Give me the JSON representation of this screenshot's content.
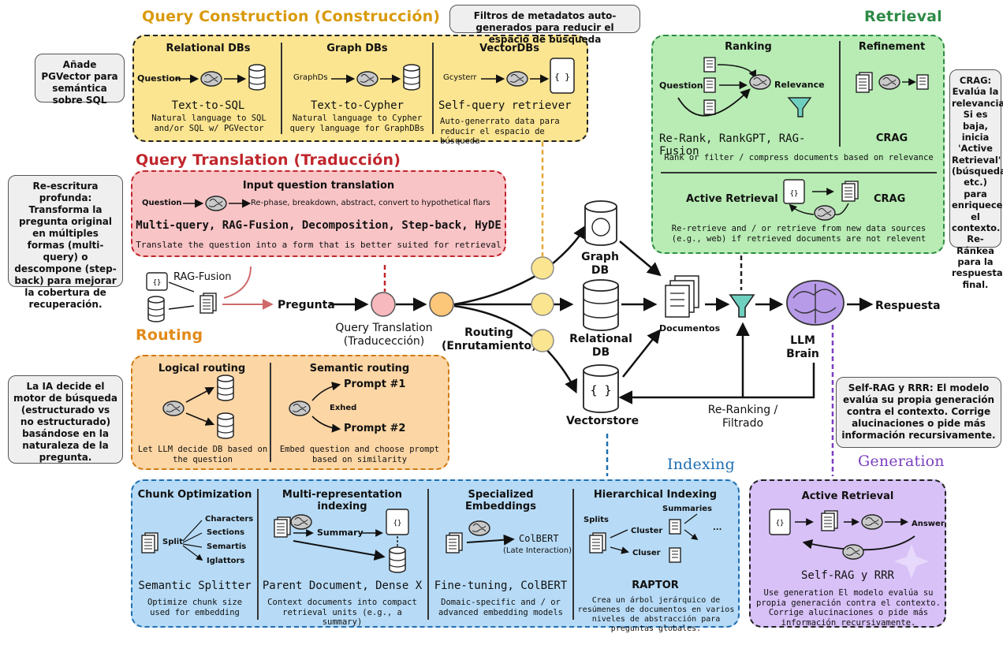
{
  "sections": {
    "query_construction": "Query Construction (Construcción)",
    "query_translation": "Query Translation (Traducción)",
    "routing": "Routing",
    "retrieval": "Retrieval",
    "indexing": "Indexing",
    "generation": "Generation"
  },
  "colors": {
    "yellow": "#fbe591",
    "red": "#f9c4c6",
    "orange": "#fcd6a5",
    "green": "#b8ecb4",
    "blue": "#b7dbf6",
    "purple": "#d8c1f7",
    "query_construction_title": "#d99a0a",
    "query_translation_title": "#c0262c",
    "routing_title": "#e28a17",
    "retrieval_title": "#2e8b46",
    "indexing_title": "#1f6fb2",
    "generation_title": "#7b3fbf"
  },
  "notes": {
    "pgvector": "Añade PGVector para semántica sobre SQL",
    "filters": "Filtros de metadatos auto-generados para reducir el espacio de búsqueda",
    "rewrite": "Re-escritura profunda: Transforma la pregunta original en múltiples formas (multi-query) o descompone (step-back) para mejorar la cobertura de recuperación.",
    "routing": "La IA decide el motor de búsqueda (estructurado vs no estructurado) basándose en la naturaleza de la pregunta.",
    "crag": "CRAG: Evalúa la relevancia. Si es baja, inicia 'Active Retrieval' (búsqueda etc.) para enriquecer el contexto. Re-Ránkea para la respuesta final.",
    "selfrag": "Self-RAG y RRR: El modelo evalúa su propia generación contra el contexto. Corrige alucinaciones o pide más información recursivamente."
  },
  "query_construction": {
    "relational": {
      "title": "Relational DBs",
      "input": "Question",
      "name": "Text-to-SQL",
      "desc": "Natural language to SQL and/or SQL w/ PGVector"
    },
    "graph": {
      "title": "Graph DBs",
      "input": "GraphDs",
      "name": "Text-to-Cypher",
      "desc": "Natural language to Cypher query language for GraphDBs"
    },
    "vector": {
      "title": "VectorDBs",
      "input": "Gcysterr",
      "name": "Self-query retriever",
      "desc": "Auto-generrato data para reducir el espacio de búsqueda"
    }
  },
  "query_translation": {
    "title": "Input question translation",
    "input": "Question",
    "arrow_text": "Re-phase, breakdown, abstract, convert to hypothetical flars",
    "methods": "Multi-query, RAG-Fusion, Decomposition, Step-back, HyDE",
    "desc": "Translate the question into a form that is better suited for retrieval"
  },
  "routing": {
    "logical": {
      "title": "Logical routing",
      "desc": "Let LLM decide DB based on the question"
    },
    "semantic": {
      "title": "Semantic routing",
      "prompt1": "Prompt #1",
      "prompt2": "Prompt #2",
      "mid": "Exhed",
      "desc": "Embed question and choose prompt based on similarity"
    }
  },
  "retrieval": {
    "ranking": {
      "title": "Ranking",
      "input": "Question",
      "relevance": "Relevance",
      "methods": "Re-Rank, RankGPT, RAG-Fusion"
    },
    "refinement": {
      "title": "Refinement",
      "name": "CRAG"
    },
    "rank_desc": "Rank or filter / compress documents based on relevance",
    "active": {
      "title": "Active Retrieval",
      "name": "CRAG",
      "desc": "Re-retrieve and / or retrieve from new data sources (e.g., web) if retrieved documents are not relevent"
    }
  },
  "flow": {
    "rag_fusion": "RAG-Fusion",
    "pregunta": "Pregunta",
    "query_translation": "Query Translation (Traducección)",
    "routing": "Routing (Enrutamiento)",
    "graph_db": "Graph DB",
    "relational_db": "Relational DB",
    "vectorstore": "Vectorstore",
    "documentos": "Documentos",
    "llm": "LLM Brain",
    "respuesta": "Respuesta",
    "rerank": "Re-Ranking / Filtrado"
  },
  "indexing": {
    "chunk": {
      "title": "Chunk Optimization",
      "split": "Split",
      "items": [
        "Characters",
        "Sections",
        "Semartis",
        "Iglattors"
      ],
      "name": "Semantic Splitter",
      "desc": "Optimize chunk size used for embedding"
    },
    "multi": {
      "title": "Multi-representation indexing",
      "summary": "Summary",
      "name": "Parent Document, Dense X",
      "desc": "Context documents into compact retrieval units (e.g., a summary)"
    },
    "special": {
      "title": "Specialized Embeddings",
      "colbert": "ColBERT",
      "late": "(Late Interaction)",
      "name": "Fine-tuning, ColBERT",
      "desc": "Domaic-specific and / or advanced embedding models"
    },
    "hier": {
      "title": "Hierarchical Indexing",
      "summaries": "Summaries",
      "splits": "Splits",
      "cluster1": "Cluster",
      "cluster2": "Cluser",
      "dots": "...",
      "name": "RAPTOR",
      "desc": "Crea un árbol jerárquico de resúmenes de documentos en varios niveles de abstracción para preguntas globales."
    }
  },
  "generation": {
    "title": "Active Retrieval",
    "answer": "Answer",
    "name": "Self-RAG y RRR",
    "desc": "Use generation El modelo evalúa su propia generación contra el contexto. Corrige alucinaciones o pide más información recursivamente."
  }
}
